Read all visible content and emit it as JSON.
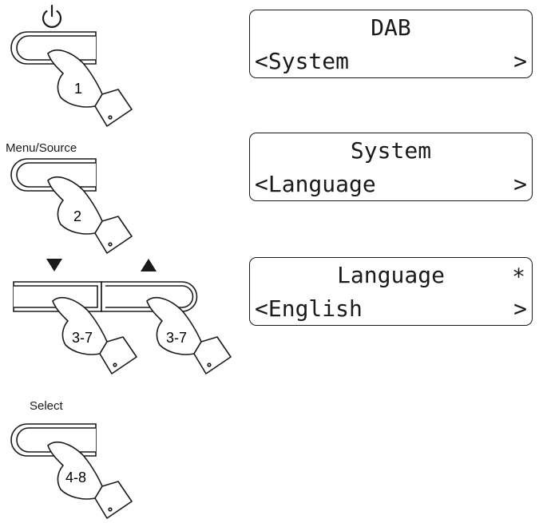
{
  "steps": [
    {
      "button_label": "1"
    },
    {
      "caption": "Menu/Source",
      "button_label": "2"
    },
    {
      "button_label_left": "3-7",
      "button_label_right": "3-7"
    },
    {
      "caption": "Select",
      "button_label": "4-8"
    }
  ],
  "displays": [
    {
      "line1": "DAB",
      "line2": "<System",
      "arrow": ">"
    },
    {
      "line1": "System",
      "line2": "<Language",
      "arrow": ">"
    },
    {
      "line1": "Language",
      "star": "*",
      "line2": "<English",
      "arrow": ">"
    }
  ]
}
